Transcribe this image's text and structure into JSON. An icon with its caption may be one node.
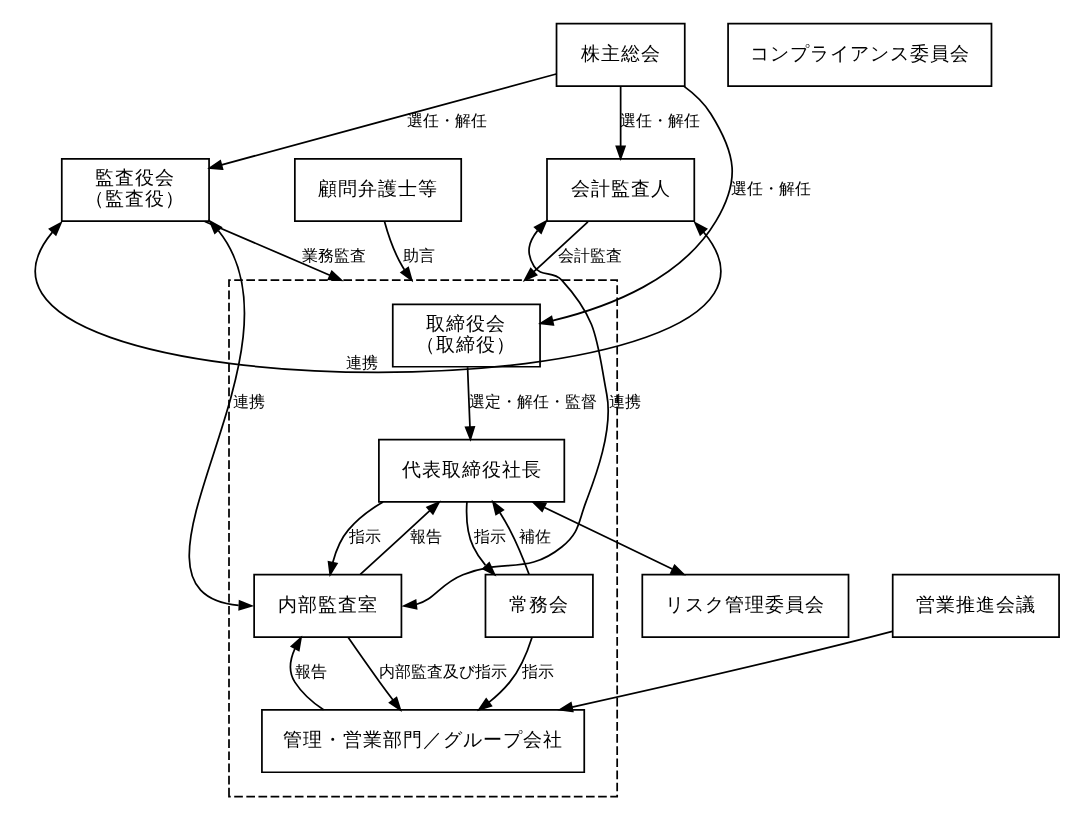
{
  "diagram": {
    "nodes": [
      {
        "text": [
          "株主総会"
        ]
      },
      {
        "text": [],
        "shape": "box"
      },
      {
        "text": [
          "監査役会",
          "（監査役）"
        ]
      },
      {
        "text": [
          "取締役会",
          "（取締役）"
        ],
        "in": 1
      },
      {
        "text": [
          "会計監査人"
        ]
      },
      {
        "text": [
          "代表取締役社長"
        ],
        "in": 1
      },
      {
        "text": [
          "内部監査室"
        ],
        "in": 1
      },
      {
        "text": [
          "常務会"
        ],
        "in": 1
      },
      {
        "text": [
          "リスク管理委員会"
        ]
      },
      {
        "text": [
          "コンプライアンス委員会"
        ]
      },
      {
        "text": [
          "営業推進会議"
        ]
      },
      {
        "text": [
          "顧問弁護士等"
        ]
      },
      {
        "text": [
          "管理・営業部門／グループ会社"
        ],
        "in": 1
      }
    ],
    "edges": [
      {
        "from": 0,
        "to": 2,
        "arrow": "to",
        "label": "選任・解任"
      },
      {
        "from": 0,
        "to": 3,
        "arrow": "to",
        "label": "選任・解任"
      },
      {
        "from": 0,
        "to": 4,
        "arrow": "to",
        "label": "選任・解任"
      },
      {
        "from": 2,
        "to": 1,
        "arrow": "to",
        "label": "業務監査"
      },
      {
        "from": 4,
        "to": 1,
        "arrow": "to",
        "label": "会計監査"
      },
      {
        "from": 3,
        "to": 5,
        "arrow": "to",
        "label": "選定・解任・監督"
      },
      {
        "from": 6,
        "to": 5,
        "arrow": "to",
        "label": "報告"
      },
      {
        "from": 5,
        "to": 6,
        "arrow": "to",
        "label": "指示"
      },
      {
        "from": 5,
        "to": 7,
        "arrow": "to",
        "label": "指示"
      },
      {
        "from": 7,
        "to": 5,
        "arrow": "to",
        "label": "補佐"
      },
      {
        "from": 5,
        "to": 8,
        "arrow": "both"
      },
      {
        "from": 2,
        "to": 6,
        "arrow": "both",
        "label": "連携"
      },
      {
        "from": 12,
        "to": 6,
        "arrow": "to",
        "label": "報告"
      },
      {
        "from": 6,
        "to": 12,
        "arrow": "to",
        "label": "内部監査及び指示"
      },
      {
        "from": 7,
        "to": 12,
        "arrow": "to",
        "label": "指示"
      },
      {
        "from": 10,
        "to": 12,
        "arrow": "to"
      },
      {
        "from": 11,
        "to": 1,
        "arrow": "to",
        "label": "助言"
      },
      {
        "from": 6,
        "to": 4,
        "arrow": "both",
        "label": "連携"
      },
      {
        "from": 2,
        "to": 4,
        "arrow": "both",
        "label": "連携"
      }
    ]
  }
}
